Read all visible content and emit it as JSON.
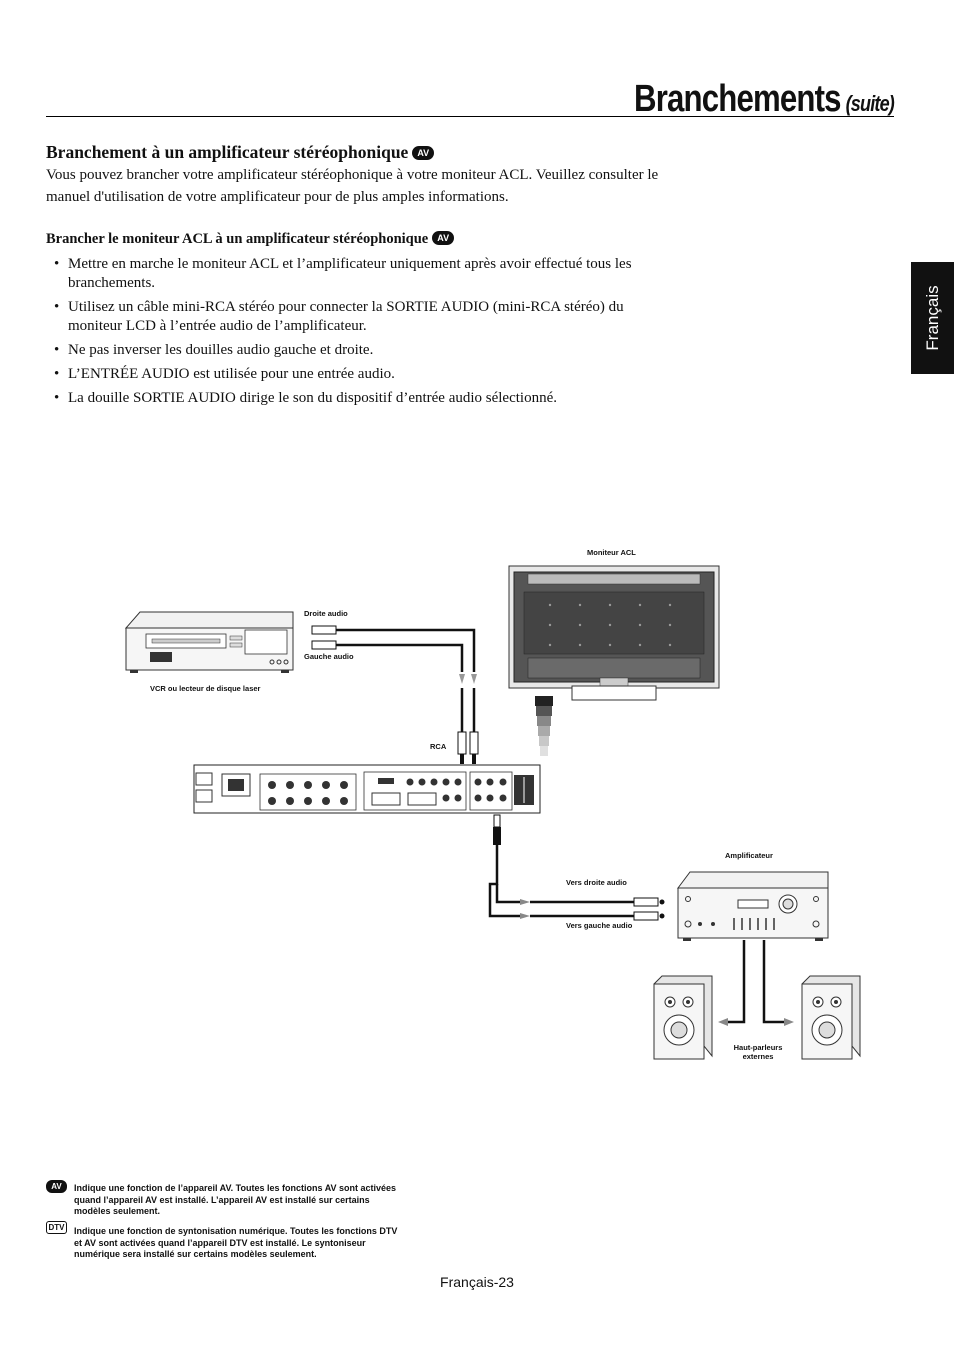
{
  "header": {
    "title": "Branchements",
    "subtitle": "(suite)"
  },
  "side_tab": {
    "label": "Français"
  },
  "section": {
    "heading": "Branchement à un amplificateur stéréophonique",
    "badge": "AV",
    "intro": "Vous pouvez brancher votre amplificateur stéréophonique à votre moniteur ACL. Veuillez consulter le manuel d'utilisation de votre amplificateur pour de plus amples informations."
  },
  "subsection": {
    "heading": "Brancher le moniteur ACL à un amplificateur stéréophonique",
    "badge": "AV",
    "bullets": [
      "Mettre en marche le moniteur ACL et l’amplificateur uniquement après avoir effectué tous les branchements.",
      "Utilisez un câble mini-RCA stéréo pour connecter la SORTIE AUDIO (mini-RCA stéréo) du moniteur LCD à l’entrée audio de l’amplificateur.",
      "Ne pas inverser les douilles audio gauche et droite.",
      "L’ENTRÉE AUDIO est utilisée pour une entrée audio.",
      "La douille SORTIE AUDIO dirige le son du dispositif d’entrée audio sélectionné."
    ]
  },
  "diagram": {
    "monitor_label": "Moniteur ACL",
    "vcr_label": "VCR ou lecteur de disque laser",
    "right_audio": "Droite audio",
    "left_audio": "Gauche audio",
    "rca_label": "RCA",
    "amplifier_label": "Amplificateur",
    "to_right_audio": "Vers droite audio",
    "to_left_audio": "Vers gauche audio",
    "speakers_label_line1": "Haut-parleurs",
    "speakers_label_line2": "externes"
  },
  "legend": {
    "av_badge": "AV",
    "av_text": "Indique une fonction de l’appareil AV. Toutes les fonctions AV sont activées quand l’appareil AV est installé. L’appareil AV est installé sur certains modèles seulement.",
    "dtv_badge": "DTV",
    "dtv_text": "Indique une fonction de syntonisation numérique. Toutes les fonctions DTV et AV sont activées quand l’appareil DTV est installé. Le syntoniseur numérique sera installé sur certains modèles seulement."
  },
  "footer": {
    "page": "Français-23"
  }
}
